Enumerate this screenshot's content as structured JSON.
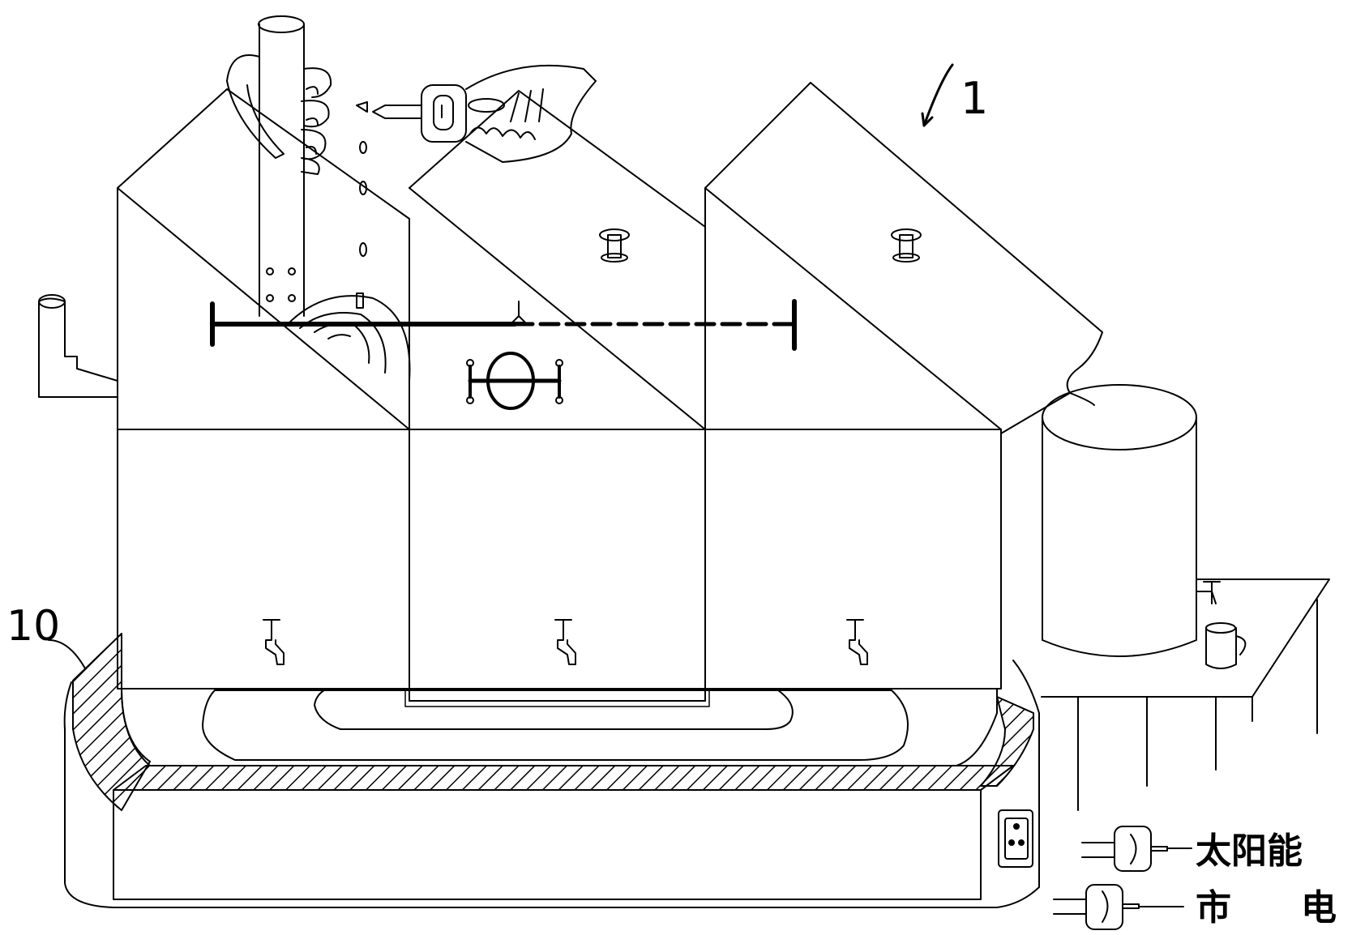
{
  "labels": {
    "device_ref": "1",
    "base_ref": "10",
    "solar": "太阳能",
    "mains_left": "市",
    "mains_right": "电"
  },
  "colors": {
    "ink": "#000000",
    "paper": "#ffffff"
  },
  "icons": [
    "hand-holding-tube-icon",
    "hand-holding-plug-icon",
    "faucet-icon",
    "power-plug-icon",
    "power-socket-icon",
    "cup-icon"
  ]
}
